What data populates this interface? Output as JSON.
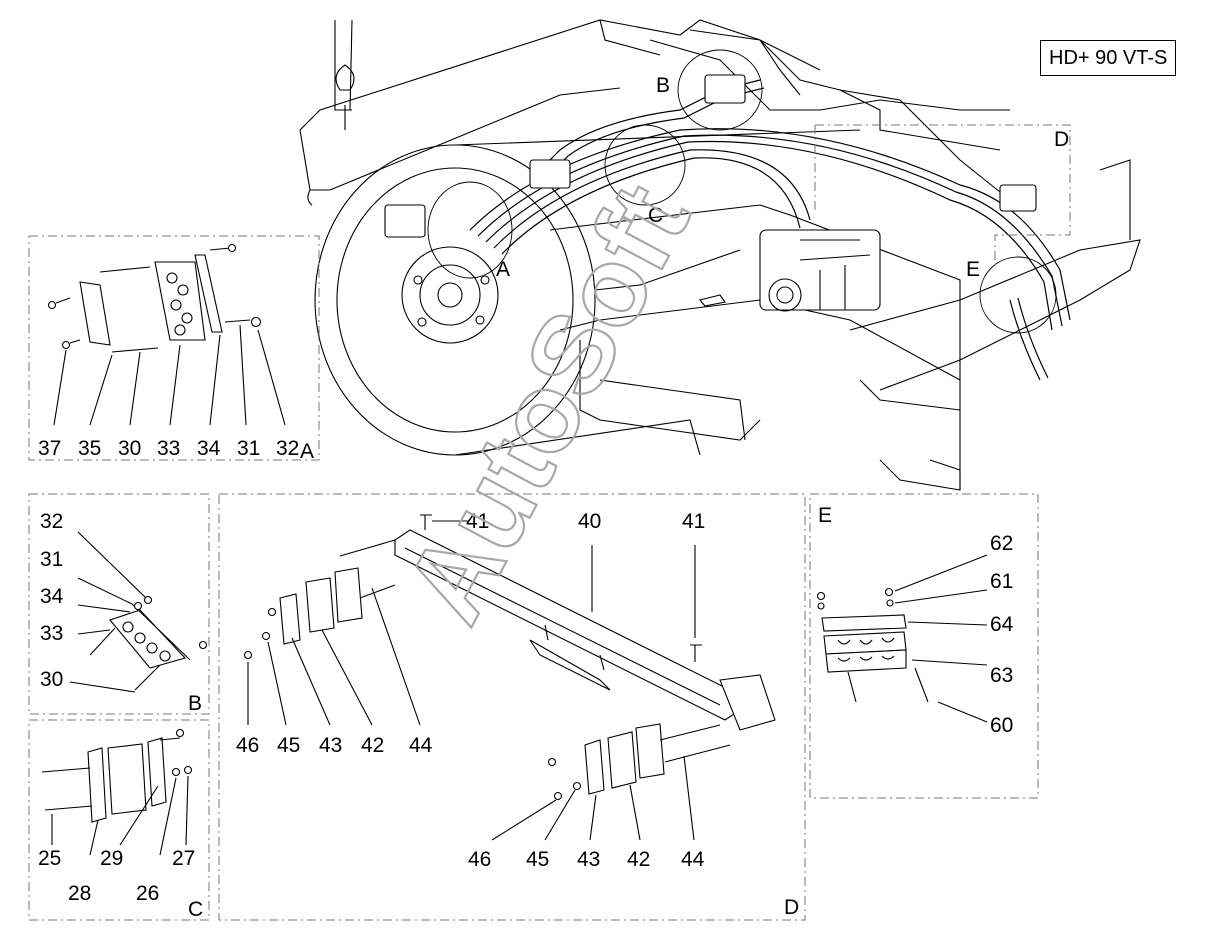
{
  "model": "HD+ 90 VT-S",
  "watermark": "AutoSoft",
  "panels": {
    "A": {
      "letter": "A",
      "labels": [
        "37",
        "35",
        "30",
        "33",
        "34",
        "31",
        "32"
      ]
    },
    "B": {
      "letter": "B",
      "labels": [
        "32",
        "31",
        "34",
        "33",
        "30"
      ]
    },
    "C": {
      "letter": "C",
      "labels": [
        "25",
        "28",
        "29",
        "26",
        "27"
      ]
    },
    "D": {
      "letter": "D",
      "labels": [
        "41",
        "40",
        "41",
        "46",
        "45",
        "43",
        "42",
        "44",
        "46",
        "45",
        "43",
        "42",
        "44"
      ]
    },
    "E": {
      "letter": "E",
      "labels": [
        "62",
        "61",
        "64",
        "63",
        "60"
      ]
    }
  },
  "machine_markers": {
    "A": "A",
    "B": "B",
    "C": "C",
    "D": "D",
    "E": "E"
  }
}
